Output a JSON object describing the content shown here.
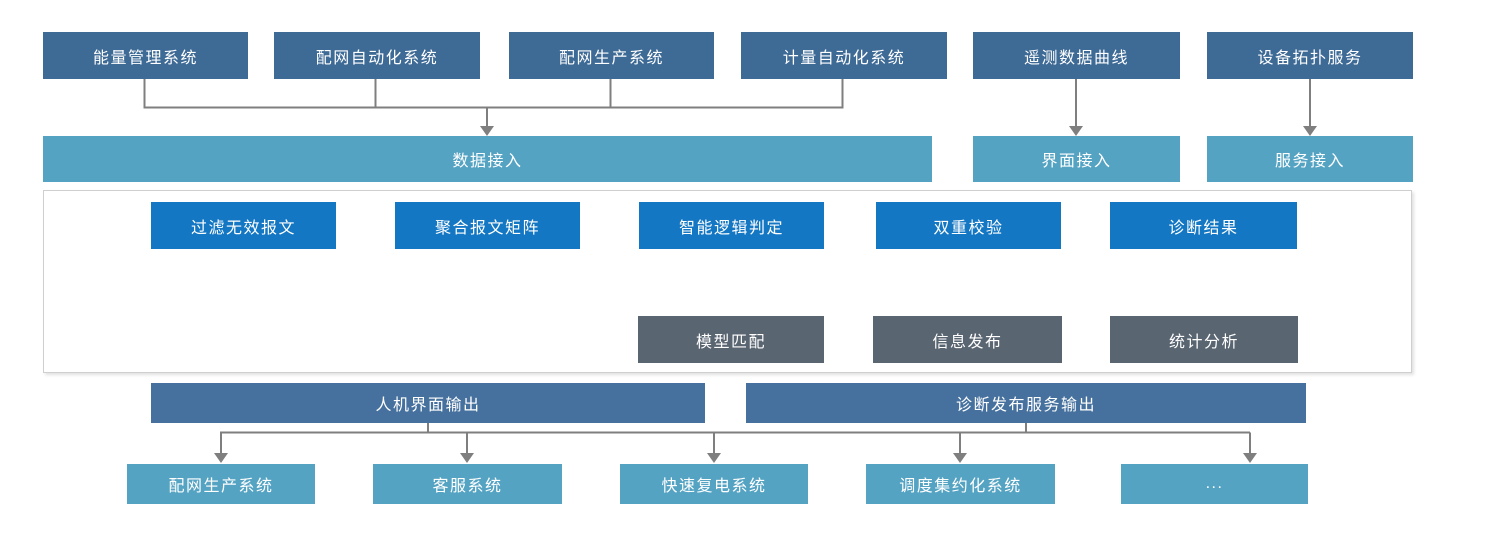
{
  "colors": {
    "source_box": "#3E6A96",
    "access_box": "#55A3C3",
    "process_box": "#1377C4",
    "output_box": "#5A6572",
    "header_box": "#46719E",
    "connector": "#7F7F7F",
    "panel_border": "#CFCFCF",
    "text": "#FFFFFF"
  },
  "sources": {
    "items": [
      {
        "label": "能量管理系统"
      },
      {
        "label": "配网自动化系统"
      },
      {
        "label": "配网生产系统"
      },
      {
        "label": "计量自动化系统"
      },
      {
        "label": "遥测数据曲线"
      },
      {
        "label": "设备拓扑服务"
      }
    ]
  },
  "access": {
    "data": "数据接入",
    "ui": "界面接入",
    "service": "服务接入"
  },
  "process": {
    "steps": [
      {
        "label": "过滤无效报文"
      },
      {
        "label": "聚合报文矩阵"
      },
      {
        "label": "智能逻辑判定"
      },
      {
        "label": "双重校验"
      },
      {
        "label": "诊断结果"
      }
    ]
  },
  "diagnosis_outputs": {
    "items": [
      {
        "label": "模型匹配"
      },
      {
        "label": "信息发布"
      },
      {
        "label": "统计分析"
      }
    ]
  },
  "output_channels": {
    "hmi": "人机界面输出",
    "service": "诊断发布服务输出"
  },
  "consumers": {
    "items": [
      {
        "label": "配网生产系统"
      },
      {
        "label": "客服系统"
      },
      {
        "label": "快速复电系统"
      },
      {
        "label": "调度集约化系统"
      },
      {
        "label": "..."
      }
    ]
  }
}
